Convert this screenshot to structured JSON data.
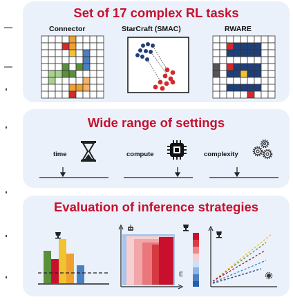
{
  "sections": [
    {
      "title": "Set of 17 complex RL tasks",
      "tasks": [
        "Connector",
        "StarCraft (SMAC)",
        "RWARE"
      ]
    },
    {
      "title": "Wide range of settings",
      "settings": [
        "time",
        "compute",
        "complexity"
      ]
    },
    {
      "title": "Evaluation of inference strategies",
      "axis_label": "E"
    }
  ],
  "colors": {
    "title_red": "#c8102e",
    "card_bg": "#eaf1fb",
    "navy": "#1f3f7a",
    "green": "#5a8f3c",
    "yellow": "#f1c232",
    "orange": "#f0a030",
    "blue": "#4a7fc0"
  },
  "icons": [
    "hourglass-icon",
    "cpu-chip-icon",
    "gears-icon",
    "trophy-icon",
    "robot-icon"
  ]
}
